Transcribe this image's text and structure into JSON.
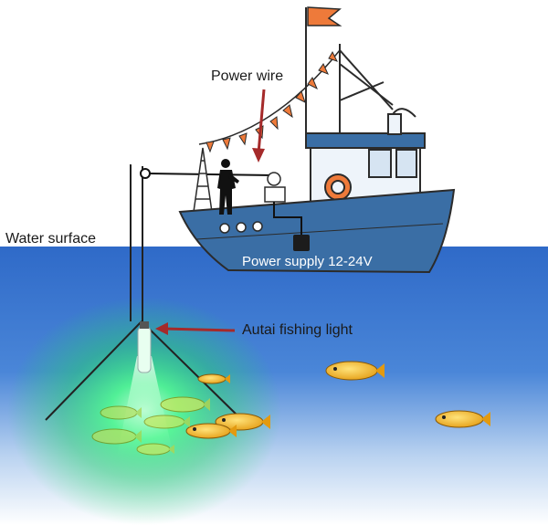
{
  "labels": {
    "power_wire": "Power wire",
    "water_surface": "Water surface",
    "power_supply": "Power supply 12-24V",
    "fishing_light": "Autai fishing light"
  },
  "colors": {
    "sea_top": "#2f6ac8",
    "sea_bottom": "#ffffff",
    "hull": "#3a6ea5",
    "cabin": "#eef4fa",
    "flag": "#ee7a3a",
    "pointer_arrow": "#a52a2a",
    "light_glow": "#2bff6a",
    "fish": "#f2b21d"
  },
  "icons": {
    "boat": "fishing-boat-icon",
    "fisherman": "fisherman-silhouette-icon",
    "light": "underwater-led-light-icon",
    "fish": "fish-icon"
  }
}
